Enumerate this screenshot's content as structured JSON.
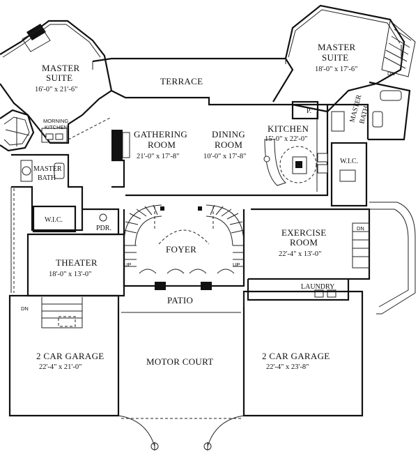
{
  "rooms": {
    "master_suite_left": {
      "name_1": "MASTER",
      "name_2": "SUITE",
      "dims": "16'-0\" x 21'-6\""
    },
    "master_suite_right": {
      "name_1": "MASTER",
      "name_2": "SUITE",
      "dims": "18'-0\" x 17'-6\""
    },
    "terrace": {
      "name": "TERRACE"
    },
    "morning_kitchen": {
      "name_1": "MORNING",
      "name_2": "KITCHEN"
    },
    "gathering_room": {
      "name_1": "GATHERING",
      "name_2": "ROOM",
      "dims": "21'-0\" x 17'-8\""
    },
    "dining_room": {
      "name_1": "DINING",
      "name_2": "ROOM",
      "dims": "10'-0\" x 17'-8\""
    },
    "kitchen": {
      "name": "KITCHEN",
      "dims": "15'-0\" x 22'-0\""
    },
    "pantry": {
      "name": "P."
    },
    "master_bath_right": {
      "name_1": "MASTER",
      "name_2": "BATH"
    },
    "master_bath_left": {
      "name_1": "MASTER",
      "name_2": "BATH"
    },
    "wic_right": {
      "name": "W.I.C."
    },
    "wic_left": {
      "name": "W.I.C."
    },
    "powder": {
      "name": "PDR."
    },
    "foyer": {
      "name": "FOYER"
    },
    "exercise_room": {
      "name_1": "EXERCISE",
      "name_2": "ROOM",
      "dims": "22'-4\" x 13'-0\""
    },
    "theater": {
      "name": "THEATER",
      "dims": "18'-0\" x 13'-0\""
    },
    "patio": {
      "name": "PATIO"
    },
    "laundry": {
      "name": "LAUNDRY"
    },
    "garage_left": {
      "name": "2 CAR GARAGE",
      "dims": "22'-4\" x 21'-0\""
    },
    "motor_court": {
      "name": "MOTOR COURT"
    },
    "garage_right": {
      "name": "2 CAR GARAGE",
      "dims": "22'-4\" x 23'-8\""
    }
  },
  "stair_labels": {
    "up_left": "UP",
    "up_right": "UP",
    "dn_garage": "DN",
    "dn_exercise": "DN",
    "dn_master": "DN"
  }
}
